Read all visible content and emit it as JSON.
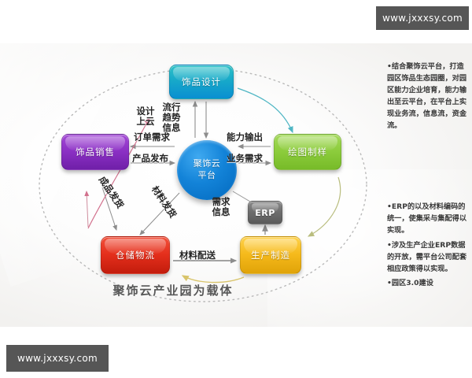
{
  "watermarks": {
    "top": "www.jxxxsy.com",
    "bottom": "www.jxxxsy.com"
  },
  "diagram": {
    "caption": "聚饰云产业园为载体",
    "center": {
      "line1": "聚饰云",
      "line2": "平台"
    },
    "nodes": [
      {
        "id": "design",
        "label": "饰品设计",
        "color": "#12a3cb"
      },
      {
        "id": "sales",
        "label": "饰品销售",
        "color": "#8b30c4"
      },
      {
        "id": "drawing",
        "label": "绘图制样",
        "color": "#8ccc3c"
      },
      {
        "id": "warehouse",
        "label": "仓储物流",
        "color": "#e42f1c"
      },
      {
        "id": "manufacture",
        "label": "生产制造",
        "color": "#f5b91b"
      },
      {
        "id": "erp",
        "label": "ERP",
        "color": "#6e6e6e"
      }
    ],
    "flows": [
      {
        "id": "design-up",
        "label": "设计上云"
      },
      {
        "id": "trend-info",
        "label": "流行趋势信息"
      },
      {
        "id": "order-demand",
        "label": "订单需求"
      },
      {
        "id": "product-release",
        "label": "产品发布"
      },
      {
        "id": "capability-output",
        "label": "能力输出"
      },
      {
        "id": "business-demand",
        "label": "业务需求"
      },
      {
        "id": "demand-info",
        "label": "需求信息"
      },
      {
        "id": "material-delivery",
        "label": "材料配送"
      },
      {
        "id": "finished-shipment",
        "label": "成品发货"
      },
      {
        "id": "material-shipment",
        "label": "材料发货"
      }
    ]
  },
  "notes": {
    "top": [
      "•结合聚饰云平台，打造园区饰品生态园圈，对园区能力企业培育，能力输出至云平台，在平台上实现业务流，信息流，资金流。"
    ],
    "bottom": [
      "•ERP的以及材料编码的统一，使集采与集配得以实现。",
      "•涉及生产企业ERP数据的开放，需平台公司配套相应政策得以实现。",
      "•园区3.0建设"
    ]
  }
}
